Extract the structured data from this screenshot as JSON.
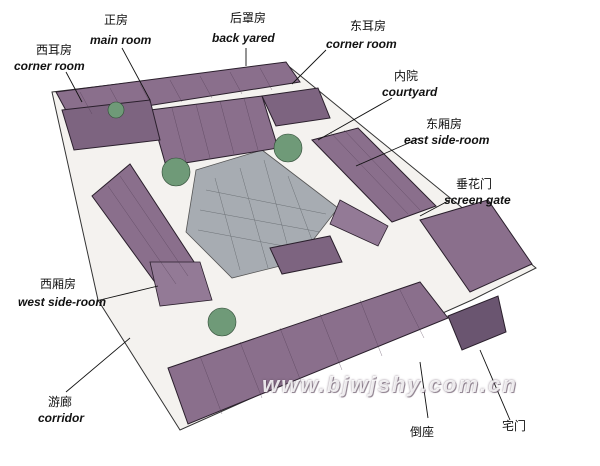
{
  "labels": {
    "main_room": {
      "zh": "正房",
      "en": "main room"
    },
    "back_yard": {
      "zh": "后罩房",
      "en": "back yared"
    },
    "east_corner_room": {
      "zh": "东耳房",
      "en": "corner room"
    },
    "west_corner_room": {
      "zh": "西耳房",
      "en": "corner room"
    },
    "courtyard": {
      "zh": "内院",
      "en": "courtyard"
    },
    "east_side_room": {
      "zh": "东厢房",
      "en": "east side-room"
    },
    "screen_gate": {
      "zh": "垂花门",
      "en": "screen gate"
    },
    "west_side_room": {
      "zh": "西厢房",
      "en": "west side-room"
    },
    "corridor": {
      "zh": "游廊",
      "en": "corridor"
    },
    "opposite_house": {
      "zh": "倒座"
    },
    "gate": {
      "zh": "宅门"
    }
  },
  "watermark": "www.bjwjshy.com.cn",
  "colors": {
    "roof": "#8a6f8c",
    "roof_dark": "#5d4560",
    "roof_light": "#a991ab",
    "wall": "#f2f0ee",
    "paving": "#9aa0a6",
    "tree": "#6f9a78",
    "line": "#222222"
  }
}
